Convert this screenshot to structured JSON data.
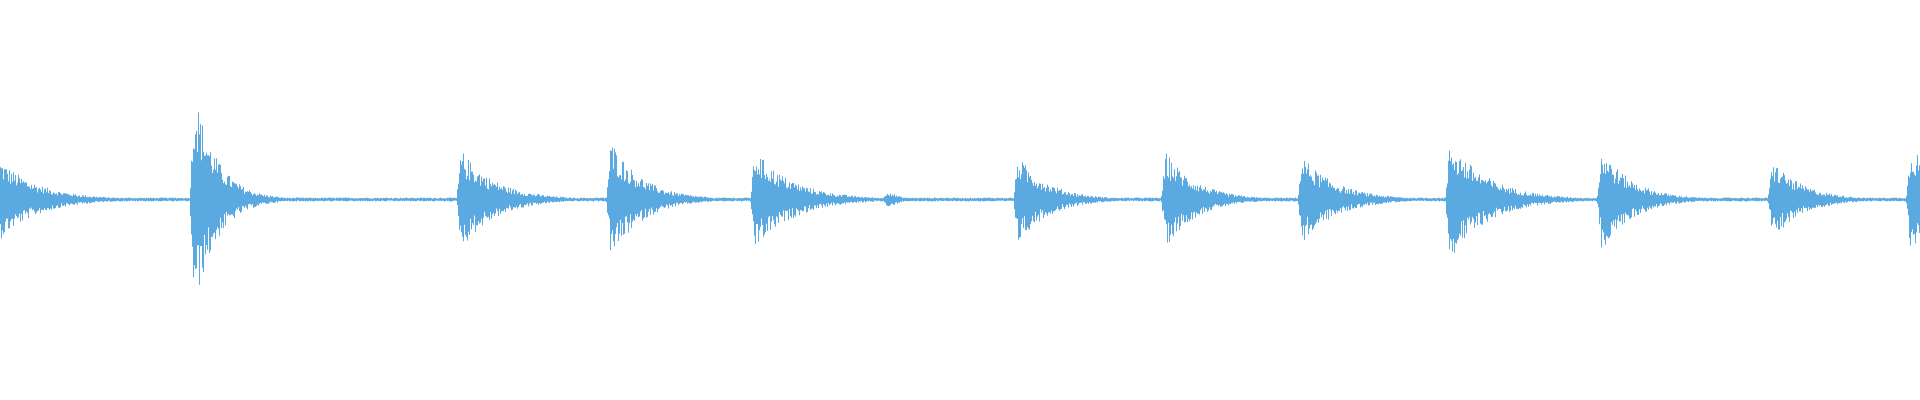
{
  "waveform": {
    "color": "#5aa9e0",
    "baseline_amplitude": 0.01,
    "normalized_range": [
      -1,
      1
    ],
    "events": [
      {
        "time": 0.0,
        "peak": 0.2,
        "decay": 0.02
      },
      {
        "time": 0.101,
        "peak": 0.55,
        "decay": 0.012
      },
      {
        "time": 0.24,
        "peak": 0.25,
        "decay": 0.018
      },
      {
        "time": 0.318,
        "peak": 0.3,
        "decay": 0.016
      },
      {
        "time": 0.393,
        "peak": 0.25,
        "decay": 0.02
      },
      {
        "time": 0.462,
        "peak": 0.05,
        "decay": 0.006
      },
      {
        "time": 0.53,
        "peak": 0.22,
        "decay": 0.016
      },
      {
        "time": 0.607,
        "peak": 0.24,
        "decay": 0.016
      },
      {
        "time": 0.678,
        "peak": 0.22,
        "decay": 0.018
      },
      {
        "time": 0.755,
        "peak": 0.3,
        "decay": 0.02
      },
      {
        "time": 0.834,
        "peak": 0.26,
        "decay": 0.016
      },
      {
        "time": 0.923,
        "peak": 0.2,
        "decay": 0.016
      },
      {
        "time": 0.995,
        "peak": 0.28,
        "decay": 0.02
      }
    ]
  }
}
